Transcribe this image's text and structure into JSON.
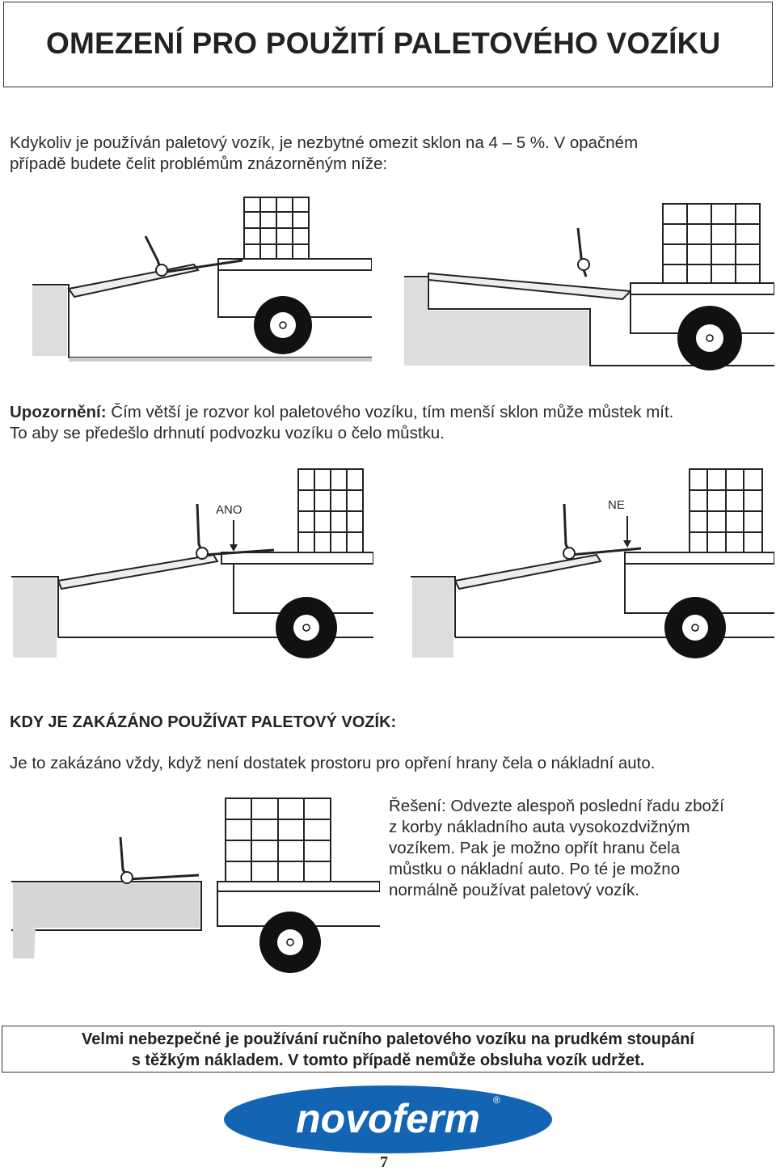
{
  "title": "OMEZENÍ PRO POUŽITÍ PALETOVÉHO VOZÍKU",
  "intro": {
    "line1": "Kdykoliv je používán paletový vozík, je nezbytné omezit sklon na 4 – 5 %. V opačném",
    "line2": "případě budete čelit problémům znázorněným níže:"
  },
  "warning_section": {
    "label": "Upozornění:",
    "line1_rest": " Čím větší je rozvor kol paletového vozíku, tím menší sklon může můstek mít.",
    "line2": "To aby se předešlo drhnutí podvozku vozíku o čelo můstku."
  },
  "diagrams": {
    "yes_label": "ANO",
    "no_label": "NE"
  },
  "forbidden": {
    "heading": "KDY JE ZAKÁZÁNO POUŽÍVAT PALETOVÝ VOZÍK:",
    "text": "Je to zakázáno vždy, když není dostatek prostoru pro opření hrany čela o nákladní auto.",
    "solution_lines": [
      "Řešení: Odvezte alespoň poslední řadu zboží",
      "z korby nákladního auta vysokozdvižným",
      "vozíkem. Pak je možno opřít hranu čela",
      "můstku o nákladní auto. Po té je možno",
      "normálně používat paletový vozík."
    ]
  },
  "danger_note": {
    "line1": "Velmi nebezpečné je používání ručního paletového vozíku na prudkém stoupání",
    "line2": "s těžkým nákladem. V tomto případě nemůže obsluha vozík udržet."
  },
  "logo": {
    "text": "novoferm",
    "registered": "®",
    "color": "#1464b4"
  },
  "page_number": "7"
}
